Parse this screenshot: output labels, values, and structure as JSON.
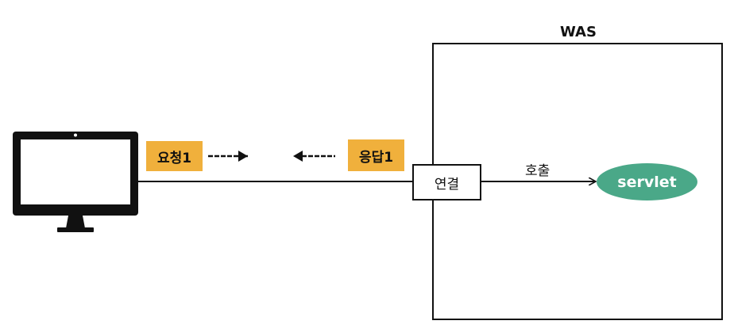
{
  "server": {
    "title": "WAS"
  },
  "request": {
    "label": "요청1"
  },
  "response": {
    "label": "응답1"
  },
  "connection": {
    "label": "연결"
  },
  "call": {
    "label": "호출"
  },
  "servlet": {
    "label": "servlet"
  },
  "colors": {
    "tag": "#f0b03c",
    "servlet": "#4aa888",
    "stroke": "#111111"
  }
}
